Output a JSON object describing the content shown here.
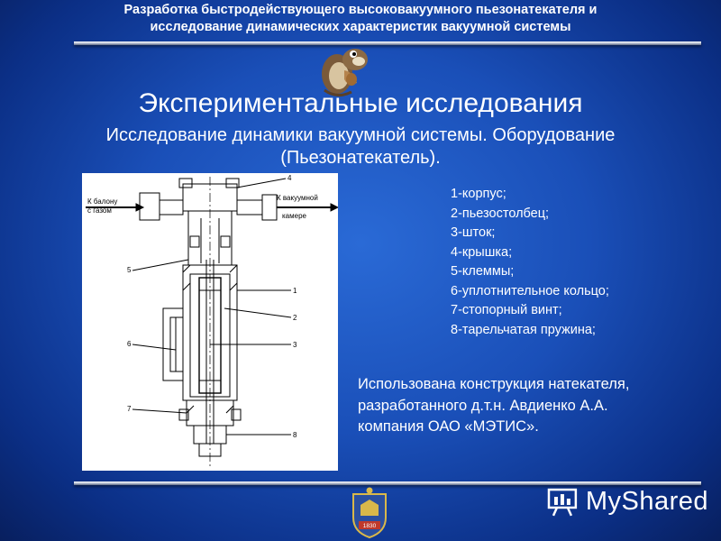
{
  "header": {
    "line1": "Разработка быстродействующего высоковакуумного пьезонатекателя и",
    "line2": "исследование динамических характеристик вакуумной системы"
  },
  "title": "Экспериментальные исследования",
  "subtitle": {
    "line1": "Исследование динамики вакуумной системы. Оборудование",
    "line2": "(Пьезонатекатель)."
  },
  "figure": {
    "left_label": [
      "К балону",
      "с газом"
    ],
    "right_label": [
      "К вакуумной",
      "камере"
    ],
    "callouts": [
      "4",
      "1",
      "2",
      "3",
      "5",
      "6",
      "7",
      "8"
    ]
  },
  "legend": [
    "1-корпус;",
    "2-пьезостолбец;",
    "3-шток;",
    "4-крышка;",
    "5-клеммы;",
    "6-уплотнительное кольцо;",
    "7-стопорный винт;",
    "8-тарельчатая пружина;"
  ],
  "note": {
    "line1": "Использована конструкция натекателя,",
    "line2": "разработанного д.т.н. Авдиенко А.А.",
    "line3": "компания ОАО «МЭТИС»."
  },
  "logo": {
    "text": "MyShared"
  },
  "emblem": {
    "year": "1830"
  }
}
